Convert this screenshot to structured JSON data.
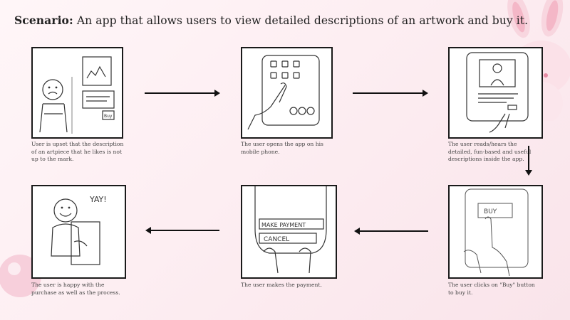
{
  "scenario": {
    "label": "Scenario:",
    "text": " An app that allows users to view detailed descriptions of an artwork and buy it."
  },
  "panels": [
    {
      "caption": "User is upset that the description of an artpiece that he likes is not up to the mark.",
      "sketch_text": "Buy"
    },
    {
      "caption": "The user opens the app on his mobile phone."
    },
    {
      "caption": "The user reads/hears the detailed, fun-based and useful descriptions inside the app."
    },
    {
      "caption": "The user clicks on \"Buy\" button to buy it.",
      "sketch_text": "BUY"
    },
    {
      "caption": "The user makes the payment.",
      "sketch_text_1": "MAKE PAYMENT",
      "sketch_text_2": "CANCEL"
    },
    {
      "caption": "The user is happy with the purchase as well as the process.",
      "sketch_text": "YAY!"
    }
  ],
  "colors": {
    "background": "#fdeef2",
    "accent_pink": "#f7c6d3",
    "line": "#1a1a1a"
  }
}
